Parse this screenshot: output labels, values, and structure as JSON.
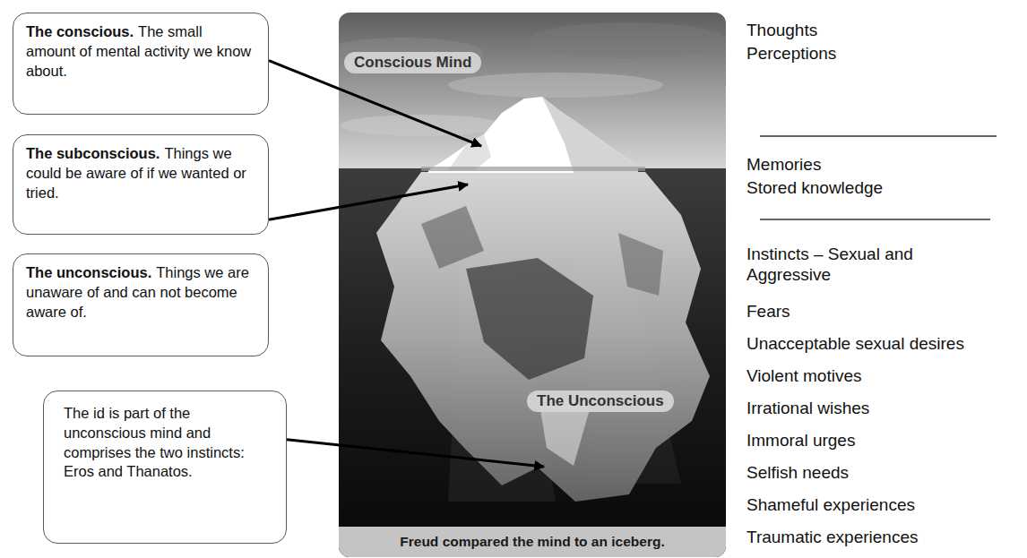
{
  "diagram": {
    "caption": "Freud compared the mind to an iceberg.",
    "nodes": [
      {
        "text": [
          "The conscious.",
          "The small amount of mental activity we know about."
        ]
      },
      {
        "text": [
          "The subconscious.",
          "Things we could be aware of if we wanted or tried."
        ]
      },
      {
        "text": [
          "The unconscious.",
          "Things we are unaware of and can not become aware of."
        ]
      },
      {
        "text": [
          "The id is part of the unconscious mind and comprises the two instincts: Eros and Thanatos."
        ]
      },
      {
        "text": [
          "Conscious Mind"
        ]
      },
      {
        "text": [
          "The Unconscious"
        ]
      }
    ],
    "labels": [
      "Thoughts",
      "Perceptions",
      "Memories",
      "Stored knowledge",
      "Instincts – Sexual and Aggressive",
      "Fears",
      "Unacceptable sexual desires",
      "Violent motives",
      "Irrational wishes",
      "Immoral urges",
      "Selfish needs",
      "Shameful experiences",
      "Traumatic experiences"
    ]
  }
}
